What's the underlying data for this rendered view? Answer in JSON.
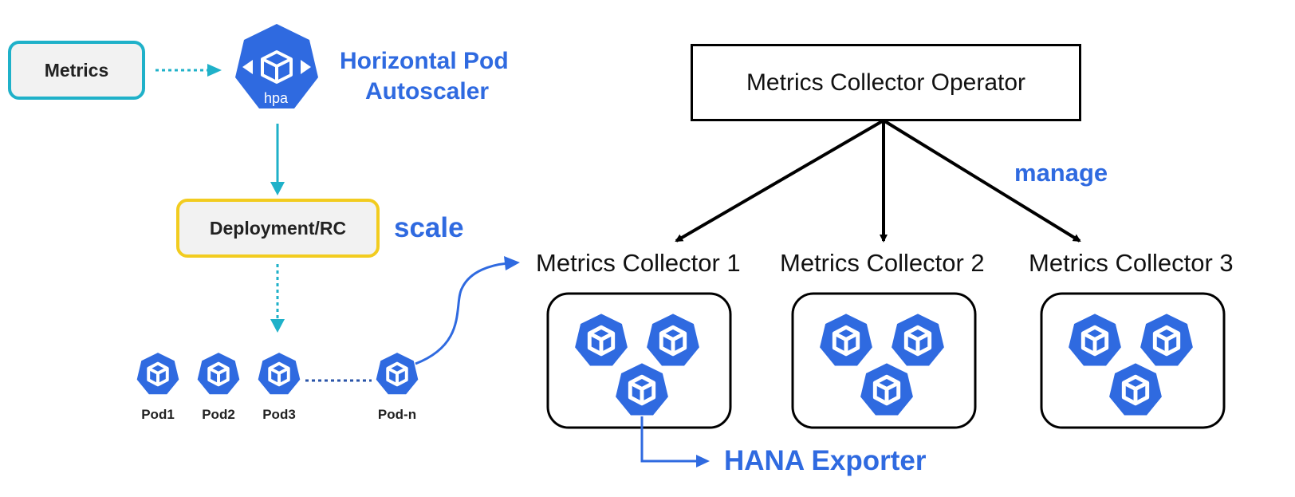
{
  "autoscaler": {
    "metrics_label": "Metrics",
    "hpa_icon_text": "hpa",
    "hpa_title_line1": "Horizontal Pod",
    "hpa_title_line2": "Autoscaler",
    "deployment_label": "Deployment/RC",
    "scale_label": "scale",
    "pods": [
      {
        "label": "Pod1"
      },
      {
        "label": "Pod2"
      },
      {
        "label": "Pod3"
      },
      {
        "label": "Pod-n"
      }
    ]
  },
  "operator": {
    "title": "Metrics Collector Operator",
    "manage_label": "manage",
    "collectors": [
      {
        "label": "Metrics Collector 1"
      },
      {
        "label": "Metrics Collector 2"
      },
      {
        "label": "Metrics Collector 3"
      }
    ],
    "exporter_label": "HANA Exporter"
  },
  "colors": {
    "accent_blue": "#2f6ae0",
    "metrics_border": "#1fb1c9",
    "deployment_border": "#f2cc1f",
    "pod_group_border": "#2a54a8",
    "box_fill": "#f2f2f2"
  }
}
